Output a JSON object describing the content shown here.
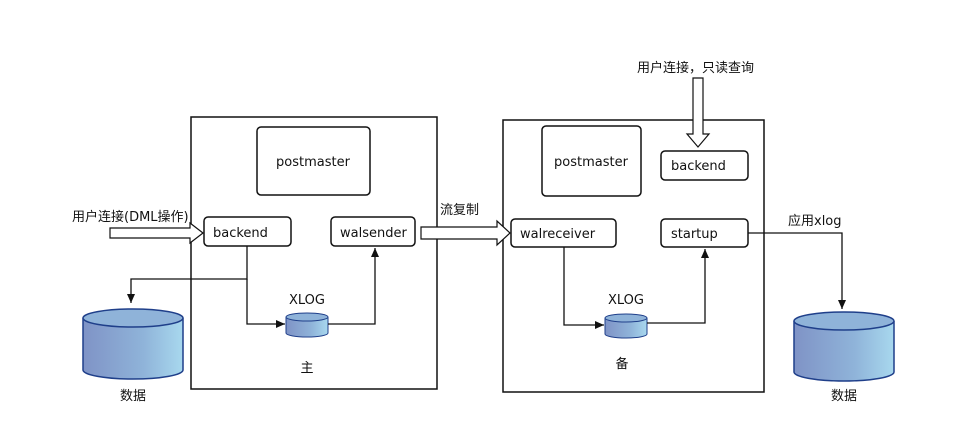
{
  "primary": {
    "postmaster": "postmaster",
    "backend": "backend",
    "walsender": "walsender",
    "xlog": "XLOG",
    "caption": "主"
  },
  "standby": {
    "postmaster": "postmaster",
    "backend": "backend",
    "walreceiver": "walreceiver",
    "startup": "startup",
    "xlog": "XLOG",
    "caption": "备"
  },
  "labels": {
    "dml_conn": "用户连接(DML操作)",
    "readonly_conn": "用户连接，只读查询",
    "stream_rep": "流复制",
    "apply_xlog": "应用xlog",
    "data_left": "数据",
    "data_right": "数据"
  }
}
